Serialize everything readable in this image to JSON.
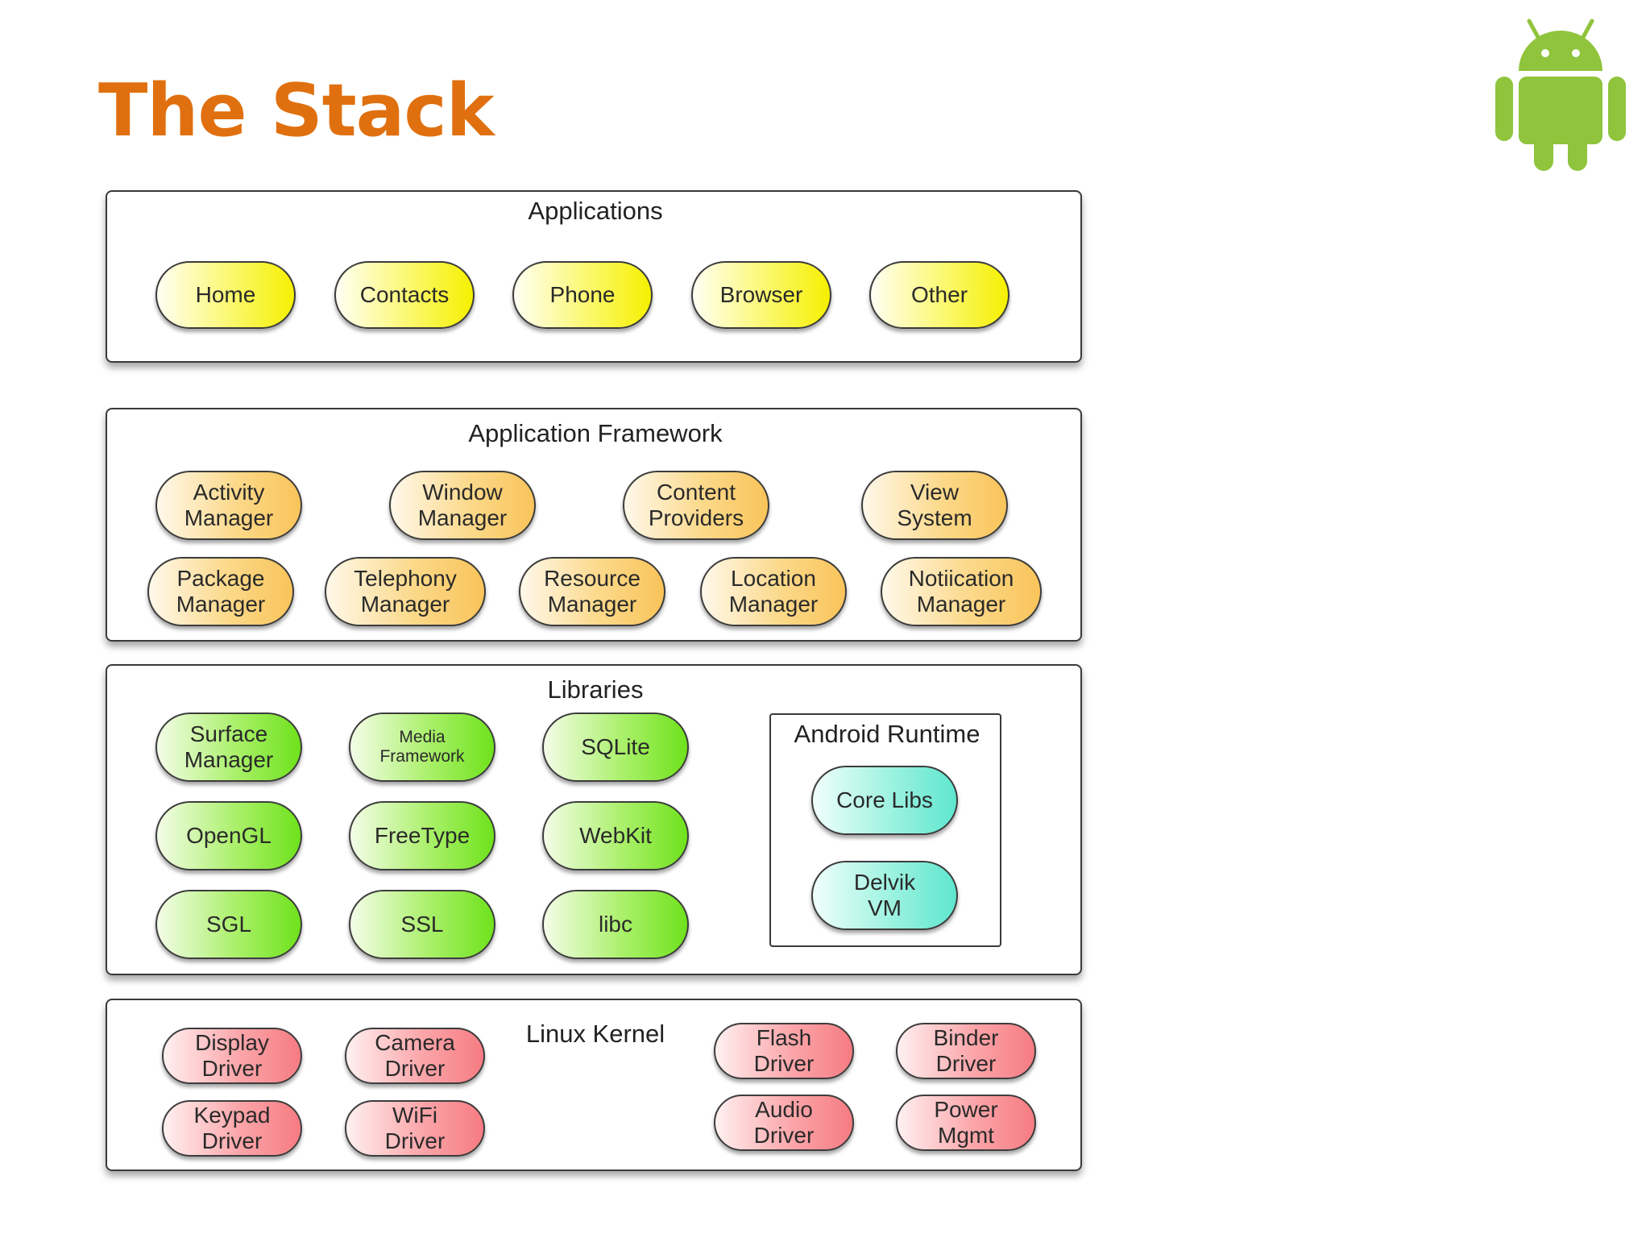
{
  "title": "The Stack",
  "colors": {
    "title": "#e0700f",
    "android_green": "#8fc43c",
    "applications": "#f5f000",
    "framework": "#f9c45a",
    "libraries": "#6fe21c",
    "runtime": "#5fe6cf",
    "kernel": "#f57c82"
  },
  "logo": {
    "icon": "android-robot-icon"
  },
  "layers": {
    "applications": {
      "label": "Applications",
      "items": [
        "Home",
        "Contacts",
        "Phone",
        "Browser",
        "Other"
      ]
    },
    "framework": {
      "label": "Application Framework",
      "items": [
        "Activity\nManager",
        "Window\nManager",
        "Content\nProviders",
        "View\nSystem",
        "Package\nManager",
        "Telephony\nManager",
        "Resource\nManager",
        "Location\nManager",
        "Notiication\nManager"
      ]
    },
    "libraries": {
      "label": "Libraries",
      "items": [
        "Surface\nManager",
        "Media\nFramework",
        "SQLite",
        "OpenGL",
        "FreeType",
        "WebKit",
        "SGL",
        "SSL",
        "libc"
      ],
      "runtime": {
        "label": "Android Runtime",
        "items": [
          "Core Libs",
          "Delvik\nVM"
        ]
      }
    },
    "kernel": {
      "label": "Linux Kernel",
      "items": [
        "Display\nDriver",
        "Camera\nDriver",
        "Flash\nDriver",
        "Binder\nDriver",
        "Keypad\nDriver",
        "WiFi\nDriver",
        "Audio\nDriver",
        "Power\nMgmt"
      ]
    }
  }
}
